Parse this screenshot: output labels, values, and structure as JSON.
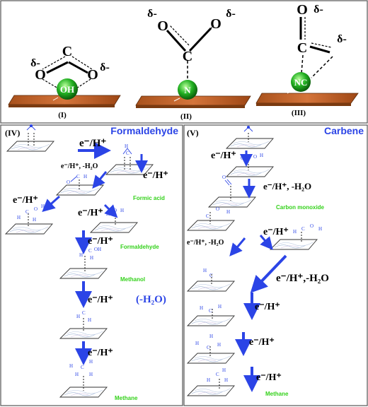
{
  "top": {
    "panel1": {
      "label": "(I)",
      "atom_left": "O",
      "atom_right": "O",
      "atom_top": "C",
      "charge_left": "δ-",
      "charge_right": "δ-",
      "ball_label": "OH"
    },
    "panel2": {
      "label": "(II)",
      "atom_left": "O",
      "atom_right": "O",
      "atom_center": "C",
      "charge_left": "δ-",
      "charge_right": "δ-",
      "ball_label": "N"
    },
    "panel3": {
      "label": "(III)",
      "atom_top": "O",
      "atom_center": "C",
      "charge_top": "δ-",
      "charge_right": "δ-",
      "ball_label": "NC"
    }
  },
  "pathway_iv": {
    "label": "(IV)",
    "title": "Formaldehyde",
    "step1": "e⁻/H⁺",
    "step2a": "e⁻/H⁺, -H₂O",
    "step2b": "e⁻/H⁺",
    "step3a": "e⁻/H⁺",
    "step3b": "e⁻/H⁺",
    "step4": "e⁻/H⁺",
    "step5a": "e⁻/H⁺",
    "step5b": "(-H₂O)",
    "step6": "e⁻/H⁺",
    "product_formic": "Formic acid",
    "product_formaldehyde": "Formaldehyde",
    "product_methanol": "Methanol",
    "product_methane": "Methane"
  },
  "pathway_v": {
    "label": "(V)",
    "title": "Carbene",
    "step1": "e⁻/H⁺",
    "step2": "e⁻/H⁺, -H₂O",
    "step3a": "e⁻/H⁺, -H₂O",
    "step3b": "e⁻/H⁺",
    "step4": "e⁻/H⁺,-H₂O",
    "step5": "e⁻/H⁺",
    "step6": "e⁻/H⁺",
    "step7": "e⁻/H⁺",
    "product_co": "Carbon monoxide",
    "product_methane": "Methane"
  },
  "colors": {
    "accent_blue": "#2b44e6",
    "product_green": "#33d11a",
    "ball_green": "#22b022",
    "slab_brown": "#c4601e"
  }
}
